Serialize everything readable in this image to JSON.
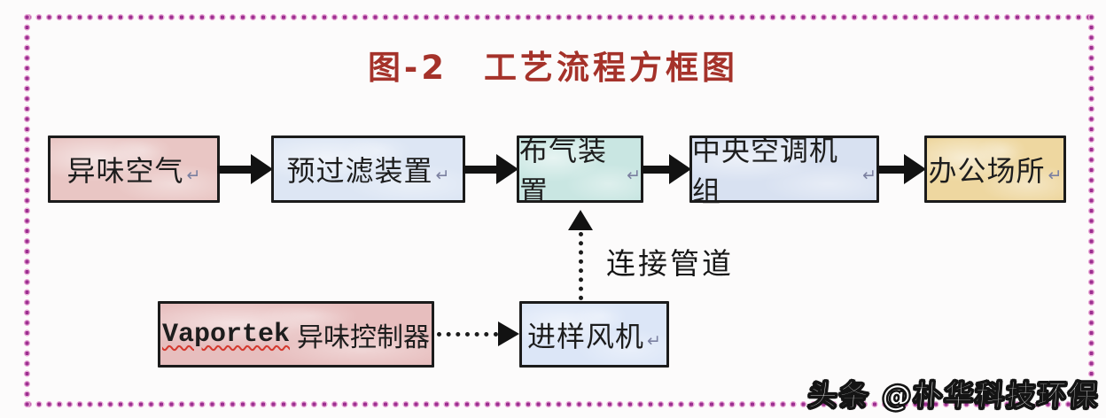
{
  "title": {
    "text": "图-2　工艺流程方框图",
    "color": "#a5322a"
  },
  "diagram": {
    "main_flow": [
      {
        "label": "异味空气",
        "bg": "#e9c6c4"
      },
      {
        "label": "预过滤装置",
        "bg": "#dde6f4"
      },
      {
        "label": "布气装置",
        "bg": "#c9e6e2"
      },
      {
        "label": "中央空调机组",
        "bg": "#d8e1f1"
      },
      {
        "label": "办公场所",
        "bg": "#eed7a0"
      }
    ],
    "controller_box": {
      "label_en": "Vaportek",
      "label_cn": "异味控制器",
      "bg": "#e7bebe"
    },
    "fan_box": {
      "label": "进样风机",
      "bg": "#dce6f7"
    },
    "pipe_label": "连接管道",
    "paragraph_mark": "↵"
  },
  "watermark": {
    "text": "头条 @朴华科技环保"
  },
  "colors": {
    "border_dots": "#9c2f90",
    "border_dots_halo": "#e9a9d6",
    "box_border": "#1b1b1b",
    "arrow": "#121212",
    "title_red": "#a5322a",
    "spellcheck_underline": "#d4392e"
  }
}
